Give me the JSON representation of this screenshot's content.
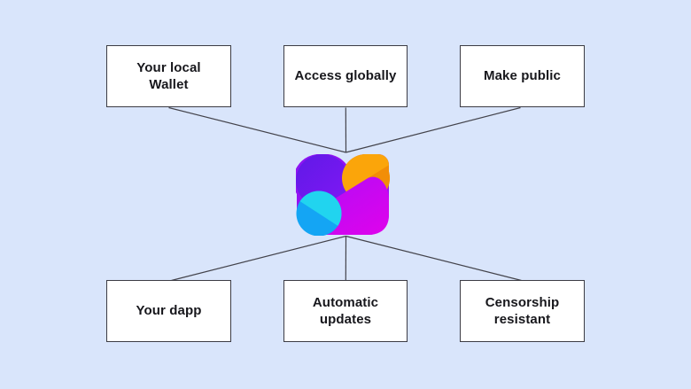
{
  "page": {
    "background_color": "#d9e5fb"
  },
  "diagram": {
    "connector_color": "#43434b",
    "nodes": {
      "top": [
        {
          "label": "Your local Wallet"
        },
        {
          "label": "Access globally"
        },
        {
          "label": "Make public"
        }
      ],
      "bottom": [
        {
          "label": "Your dapp"
        },
        {
          "label": "Automatic updates"
        },
        {
          "label": "Censorship resistant"
        }
      ]
    },
    "logo": {
      "name": "colorful-app-logo",
      "colors": {
        "violet_base": "#9013f3",
        "purple": "#6e18ee",
        "orange": "#fba50a",
        "orange_shade": "#f28e07",
        "pink": "#f8106c",
        "magenta": "#cb07f2",
        "cyan": "#14a5f4",
        "cyan_light": "#21d4ef"
      }
    }
  }
}
